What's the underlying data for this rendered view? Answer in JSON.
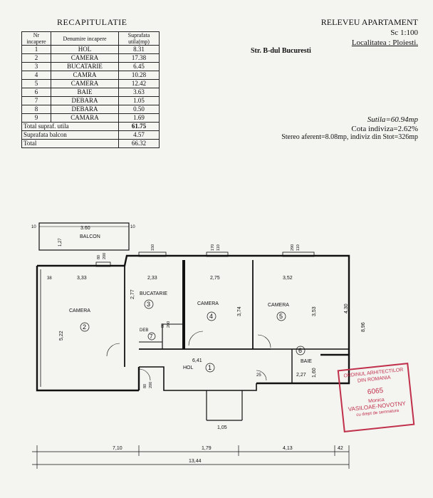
{
  "recap": {
    "title": "RECAPITULATIE",
    "headers": [
      "Nr incapere",
      "Denumire incapere",
      "Suprafata utila(mp)"
    ],
    "rows": [
      [
        "1",
        "HOL",
        "8.31"
      ],
      [
        "2",
        "CAMERA",
        "17.38"
      ],
      [
        "3",
        "BUCATARIE",
        "6.45"
      ],
      [
        "4",
        "CAMRA",
        "10.28"
      ],
      [
        "5",
        "CAMERA",
        "12.42"
      ],
      [
        "6",
        "BAIE",
        "3.63"
      ],
      [
        "7",
        "DEBARA",
        "1.05"
      ],
      [
        "8",
        "DEBARA",
        "0.50"
      ],
      [
        "9",
        "CAMARA",
        "1.69"
      ]
    ],
    "total_utila_label": "Total supraf. utila",
    "total_utila": "61.75",
    "balcon_label": "Suprafata balcon",
    "balcon": "4.57",
    "total_label": "Total",
    "total": "66.32"
  },
  "header": {
    "title": "RELEVEU APARTAMENT",
    "scale": "Sc 1:100",
    "locality": "Localitatea : Ploiesti.",
    "street": "Str. B-dul Bucuresti"
  },
  "stats": {
    "sutila": "Sutila=60.94mp",
    "cota": "Cota indiviza=2.62%",
    "stereo": "Stereo aferent=8.08mp, indiviz din Stot=326mp"
  },
  "plan": {
    "balcon": "BALCON",
    "rooms": [
      {
        "name": "CAMERA",
        "num": "2"
      },
      {
        "name": "BUCATARIE",
        "num": "3"
      },
      {
        "name": "CAMERA",
        "num": "4"
      },
      {
        "name": "CAMERA",
        "num": "5"
      },
      {
        "name": "HOL",
        "num": "1"
      },
      {
        "name": "BAIE",
        "num": "6"
      },
      {
        "name": "DEB",
        "num": "7"
      }
    ],
    "dims": {
      "top_360": "3.60",
      "top_10a": "10",
      "top_10b": "10",
      "bal_127": "1,27",
      "w_333": "3,33",
      "w_233": "2,33",
      "w_275": "2,75",
      "w_352": "3,52",
      "h_522": "5,22",
      "h_277": "2,77",
      "h_374": "3,74",
      "h_353": "3,53",
      "h_430": "4,30",
      "h_896": "8,96",
      "h_160": "1,60",
      "w_641": "6,41",
      "w_227": "2,27",
      "w_105": "1,05",
      "w_38": "38",
      "w_25": "25",
      "bot_710": "7,10",
      "bot_179": "1,79",
      "bot_413": "4,13",
      "bot_42": "42",
      "total_1344": "13,44"
    },
    "win_labels": [
      "80",
      "200",
      "150",
      "170",
      "110",
      "290",
      "110",
      "80",
      "200",
      "80",
      "200"
    ]
  },
  "stamp": {
    "line1": "ORDINUL ARHITECTILOR DIN ROMANIA",
    "number": "6065",
    "first": "Monica",
    "last": "VASILOAE-NOVOTNY",
    "note": "cu drept de semnatura"
  }
}
